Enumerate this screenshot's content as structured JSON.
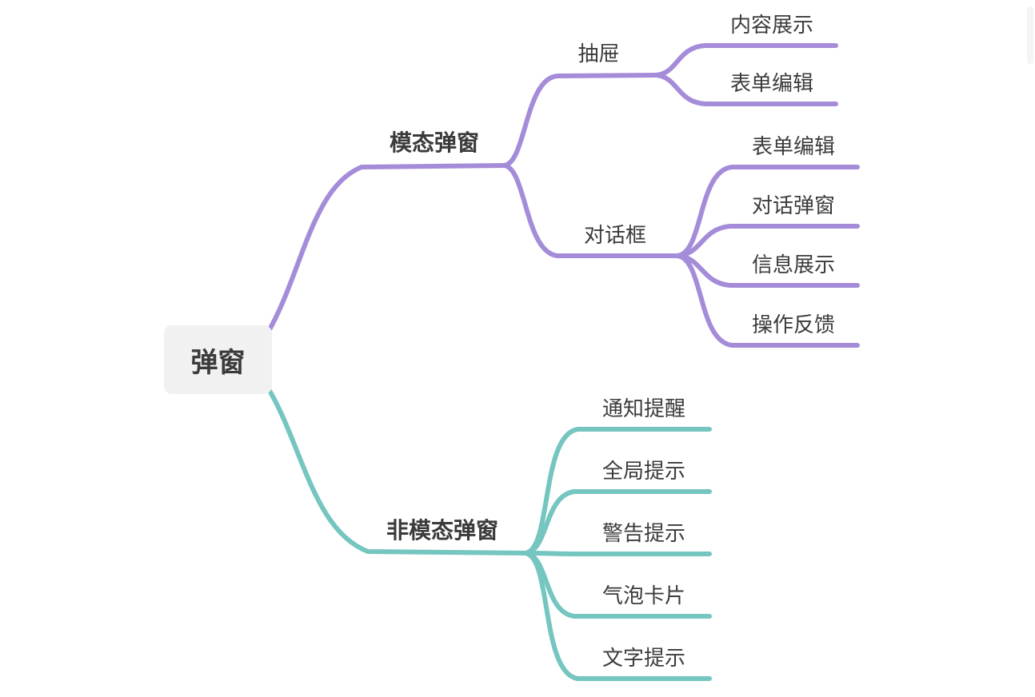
{
  "theme": {
    "modal_branch_color": "#a58cd9",
    "nonmodal_branch_color": "#75c5c0",
    "text_color": "#3b3b3b",
    "root_bg": "#f1f1f2",
    "canvas_bg": "#ffffff"
  },
  "mindmap": {
    "root": {
      "label": "弹窗"
    },
    "branches": [
      {
        "label": "模态弹窗",
        "color": "#a58cd9",
        "children": [
          {
            "label": "抽屉",
            "children": [
              {
                "label": "内容展示"
              },
              {
                "label": "表单编辑"
              }
            ]
          },
          {
            "label": "对话框",
            "children": [
              {
                "label": "表单编辑"
              },
              {
                "label": "对话弹窗"
              },
              {
                "label": "信息展示"
              },
              {
                "label": "操作反馈"
              }
            ]
          }
        ]
      },
      {
        "label": "非模态弹窗",
        "color": "#75c5c0",
        "children": [
          {
            "label": "通知提醒"
          },
          {
            "label": "全局提示"
          },
          {
            "label": "警告提示"
          },
          {
            "label": "气泡卡片"
          },
          {
            "label": "文字提示"
          }
        ]
      }
    ]
  }
}
